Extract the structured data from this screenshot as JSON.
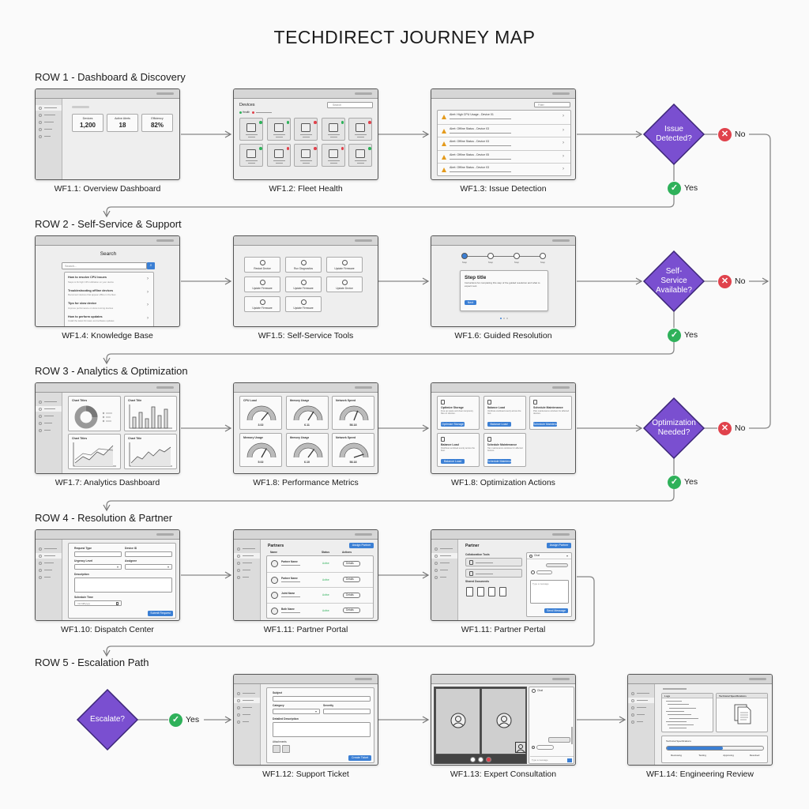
{
  "title": "TECHDIRECT JOURNEY MAP",
  "colors": {
    "decision": "#7a4fd0",
    "decision_border": "#3b2577",
    "yes": "#2fb15a",
    "no": "#e0424c",
    "button": "#3b7fd4",
    "warning": "#e49a1c"
  },
  "rows": [
    {
      "heading": "ROW 1 - Dashboard & Discovery",
      "decision": {
        "label": "Issue Detected?",
        "yes": "Yes",
        "no": "No"
      },
      "frames": [
        {
          "caption": "WF1.1: Overview Dashboard",
          "type": "dashboard",
          "content": {
            "stats": [
              {
                "label": "Devices",
                "value": "1,200"
              },
              {
                "label": "Active Alerts",
                "value": "18"
              },
              {
                "label": "Efficiency",
                "value": "82%"
              }
            ]
          }
        },
        {
          "caption": "WF1.2: Fleet Health",
          "type": "fleet",
          "content": {
            "title": "Devices",
            "search": "Search",
            "legend": "Health",
            "devices": [
              "ok",
              "ok",
              "alert",
              "ok",
              "alert",
              "ok",
              "alert",
              "alert",
              "alert",
              "ok"
            ]
          }
        },
        {
          "caption": "WF1.3: Issue Detection",
          "type": "issues",
          "content": {
            "filter": "Filter",
            "alerts": [
              "Alert: High CPU Usage - Device 01",
              "Alert: Offline Status - Device 03",
              "Alert: Offline Status - Device 03",
              "Alert: Offline Status - Device 05",
              "Alert: Offline Status - Device 03"
            ]
          }
        }
      ]
    },
    {
      "heading": "ROW 2 - Self-Service & Support",
      "decision": {
        "label": "Self-Service Available?",
        "yes": "Yes",
        "no": "No"
      },
      "frames": [
        {
          "caption": "WF1.4: Knowledge Base",
          "type": "kb",
          "content": {
            "title": "Search",
            "placeholder": "Search...",
            "articles": [
              {
                "title": "How to resolve CPU issues",
                "desc": "Steps to fix high CPU utilization on your device"
              },
              {
                "title": "Troubleshooting offline devices",
                "desc": "Reconnect devices that appear offline in the fleet"
              },
              {
                "title": "Tips for slow device",
                "desc": "Improve performance on slow running devices"
              },
              {
                "title": "How to perform updates",
                "desc": "Install the latest firmware and software updates"
              }
            ]
          }
        },
        {
          "caption": "WF1.5: Self-Service Tools",
          "type": "tools",
          "content": {
            "tools": [
              "Restart Device",
              "Run Diagnostics",
              "Update Firmware",
              "Update Firmware",
              "Update Firmware",
              "Update Device",
              "Update Firmware",
              "Update Firmware"
            ]
          }
        },
        {
          "caption": "WF1.6: Guided Resolution",
          "type": "wizard",
          "content": {
            "steps": [
              "Step",
              "Step",
              "Step",
              "Step"
            ],
            "card_title": "Step title",
            "card_desc": "Instructions for completing this step of the guided resolution and what to expect next.",
            "button": "Next"
          }
        }
      ]
    },
    {
      "heading": "ROW 3 - Analytics & Optimization",
      "decision": {
        "label": "Optimization Needed?",
        "yes": "Yes",
        "no": "No"
      },
      "frames": [
        {
          "caption": "WF1.7: Analytics Dashboard",
          "type": "analytics",
          "content": {
            "charts": [
              "Chart Titles",
              "Chart Title",
              "Chart Titles",
              "Chart Title"
            ]
          }
        },
        {
          "caption": "WF1.8: Performance Metrics",
          "type": "gauges",
          "content": {
            "gauges": [
              {
                "label": "CPU Load",
                "value": "3.02",
                "level": 0.72
              },
              {
                "label": "Memory Usage",
                "value": "6.11",
                "level": 0.68
              },
              {
                "label": "Network Speed",
                "value": "58.18",
                "level": 0.62
              },
              {
                "label": "Memory Usage",
                "value": "5.02",
                "level": 0.66
              },
              {
                "label": "Memory Usage",
                "value": "6.10",
                "level": 0.7
              },
              {
                "label": "Network Speed",
                "value": "58.18",
                "level": 0.9
              }
            ]
          }
        },
        {
          "caption": "WF1.8: Optimization Actions",
          "type": "actions",
          "content": {
            "actions": [
              {
                "title": "Optimize Storage",
                "desc": "Free up space and clean temporary files on devices.",
                "button": "Optimize Storage"
              },
              {
                "title": "Balance Load",
                "desc": "Distribute workload evenly across the fleet.",
                "button": "Balance Load"
              },
              {
                "title": "Schedule Maintenance",
                "desc": "Plan maintenance windows for affected devices.",
                "button": "Schedule Maintenance"
              },
              {
                "title": "Balance Load",
                "desc": "Distribute workload evenly across the fleet.",
                "button": "Balance Load"
              },
              {
                "title": "Schedule Maintenance",
                "desc": "Plan maintenance windows for affected devices.",
                "button": "Schedule Maintenance"
              }
            ]
          }
        }
      ]
    },
    {
      "heading": "ROW 4 - Resolution & Partner",
      "frames": [
        {
          "caption": "WF1.10: Dispatch Center",
          "type": "dispatch",
          "content": {
            "request_type": "Request Type",
            "device_id": "Device ID",
            "urgency": "Urgency Level",
            "assignee": "Assignee",
            "description": "Description",
            "schedule": "Schedule Time",
            "date_placeholder": "mm/dd/yyyy",
            "button": "Submit Request"
          }
        },
        {
          "caption": "WF1.11: Partner Portal",
          "type": "partners",
          "content": {
            "title": "Partners",
            "button": "Assign Partner",
            "headers": [
              "Name",
              "Status",
              "Actions"
            ],
            "rows": [
              {
                "name": "Partner Name",
                "status": "Active",
                "action": "Details"
              },
              {
                "name": "Partner Name",
                "status": "Active",
                "action": "Details"
              },
              {
                "name": "Joint Name",
                "status": "Active",
                "action": "Details"
              },
              {
                "name": "Both Name",
                "status": "Active",
                "action": "Details"
              }
            ]
          }
        },
        {
          "caption": "WF1.11: Partner Pertal",
          "type": "partner2",
          "content": {
            "title": "Partner",
            "button": "Assign Partner",
            "collab": "Collaboration Tools",
            "docs": "Shared Documents",
            "chat": "Chat",
            "message_placeholder": "Type a message",
            "send": "Send Message"
          }
        }
      ]
    },
    {
      "heading": "ROW 5 - Escalation Path",
      "decision": {
        "label": "Escalate?",
        "yes": "Yes"
      },
      "frames": [
        {
          "caption": "WF1.12: Support Ticket",
          "type": "ticket",
          "content": {
            "subject": "Subject",
            "category": "Category",
            "severity": "Severity",
            "description": "Detailed Description",
            "attachments": "Attachments",
            "button": "Create Ticket"
          }
        },
        {
          "caption": "WF1.13: Expert Consultation",
          "type": "video",
          "content": {
            "chat": "Chat",
            "message_placeholder": "Type a message"
          }
        },
        {
          "caption": "WF1.14: Engineering Review",
          "type": "engineering",
          "content": {
            "logs": "Logs",
            "specs": "Technical Specifications",
            "progress_title": "Technical Specifications",
            "stages": [
              "Reviewing",
              "Testing",
              "Approving",
              "Resolved"
            ],
            "progress": 0.58
          }
        }
      ]
    }
  ]
}
